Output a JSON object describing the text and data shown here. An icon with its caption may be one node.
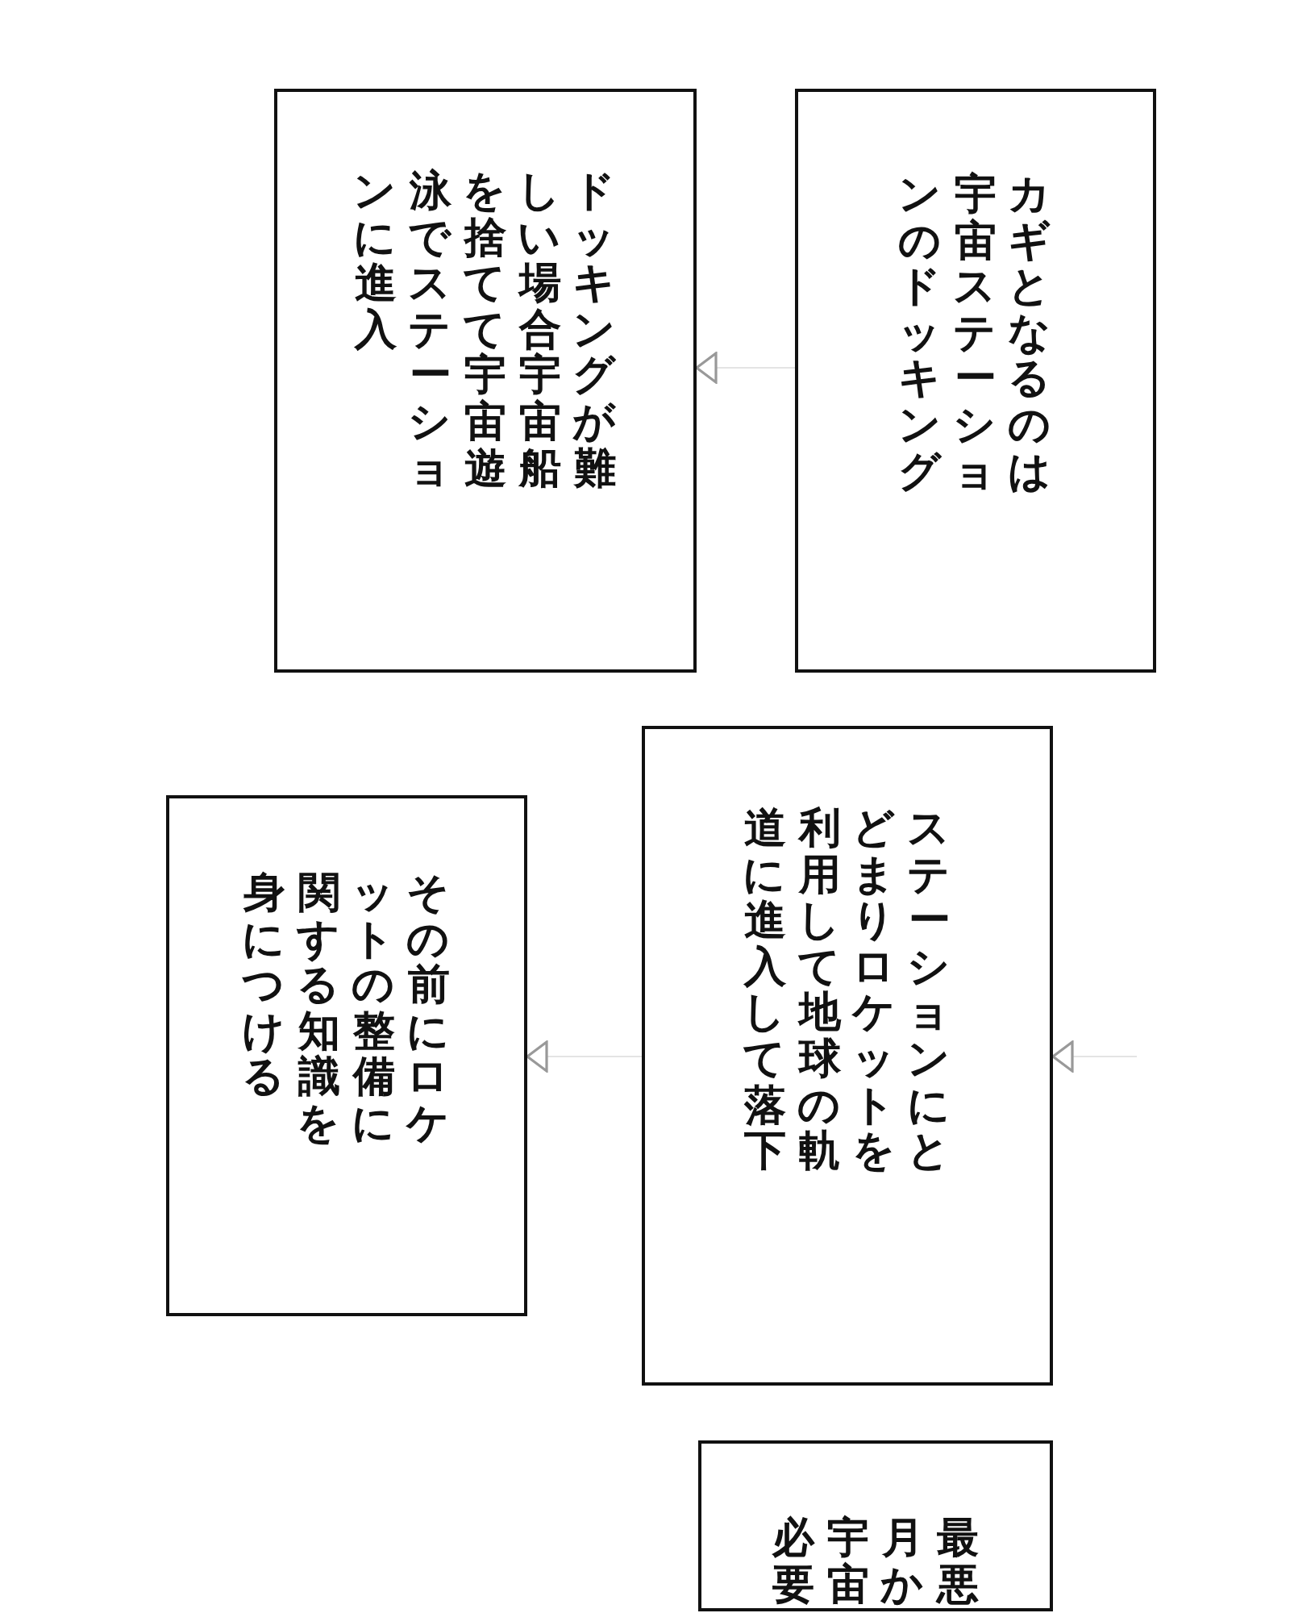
{
  "diagram": {
    "nodes": [
      {
        "text": [
          "カギとなるのは宇宙ステーションのドッキング"
        ]
      },
      {
        "text": [
          "ドッキングが難しい場合宇宙船を捨てて宇宙遊泳でステーションに進入"
        ]
      },
      {
        "text": [
          "ステーションにとどまりロケットを利用して地球の軌道に進入して落下"
        ]
      },
      {
        "text": [
          "その前にロケットの整備に関する知識を身につける"
        ]
      },
      {
        "text": [
          "最悪月か宇宙必要"
        ]
      }
    ],
    "edges": [
      {
        "from": 0,
        "to": 1,
        "arrow": "to"
      },
      {
        "from": null,
        "to": 2,
        "arrow": "to"
      },
      {
        "from": 2,
        "to": 3,
        "arrow": "to"
      }
    ]
  }
}
